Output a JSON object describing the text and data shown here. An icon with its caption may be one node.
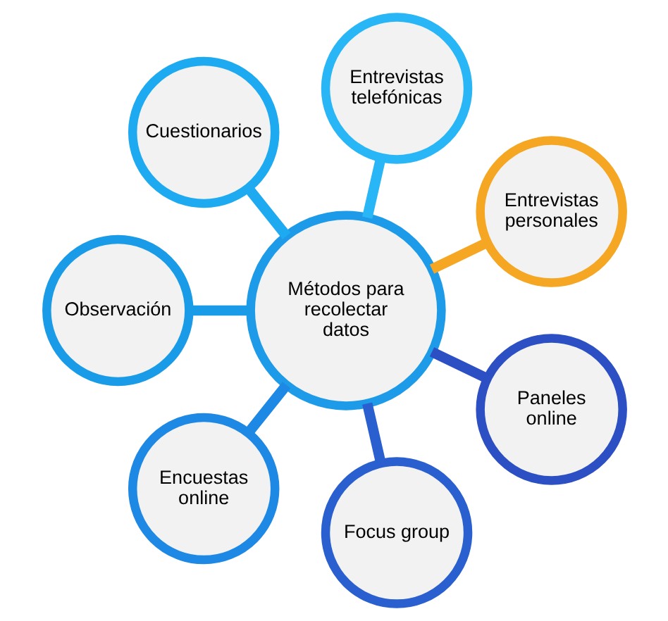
{
  "diagram": {
    "nodes": [
      {
        "text": [
          "Métodos para recolectar datos"
        ]
      },
      {
        "text": [
          "Entrevistas personales"
        ]
      },
      {
        "text": [
          "Entrevistas telefónicas"
        ]
      },
      {
        "text": [
          "Cuestionarios"
        ]
      },
      {
        "text": [
          "Observación"
        ]
      },
      {
        "text": [
          "Encuestas online"
        ]
      },
      {
        "text": [
          "Focus group"
        ]
      },
      {
        "text": [
          "Paneles online"
        ]
      }
    ],
    "edges": [
      {
        "from": 0,
        "to": 1,
        "arrow": "none",
        "color": "#f5a623"
      },
      {
        "from": 0,
        "to": 2,
        "arrow": "none",
        "color": "#29b6f6"
      },
      {
        "from": 0,
        "to": 3,
        "arrow": "none",
        "color": "#1eaaf0"
      },
      {
        "from": 0,
        "to": 4,
        "arrow": "none",
        "color": "#1a9be8"
      },
      {
        "from": 0,
        "to": 5,
        "arrow": "none",
        "color": "#1e88e5"
      },
      {
        "from": 0,
        "to": 6,
        "arrow": "none",
        "color": "#2a5fd0"
      },
      {
        "from": 0,
        "to": 7,
        "arrow": "none",
        "color": "#2c4fc4"
      }
    ]
  }
}
